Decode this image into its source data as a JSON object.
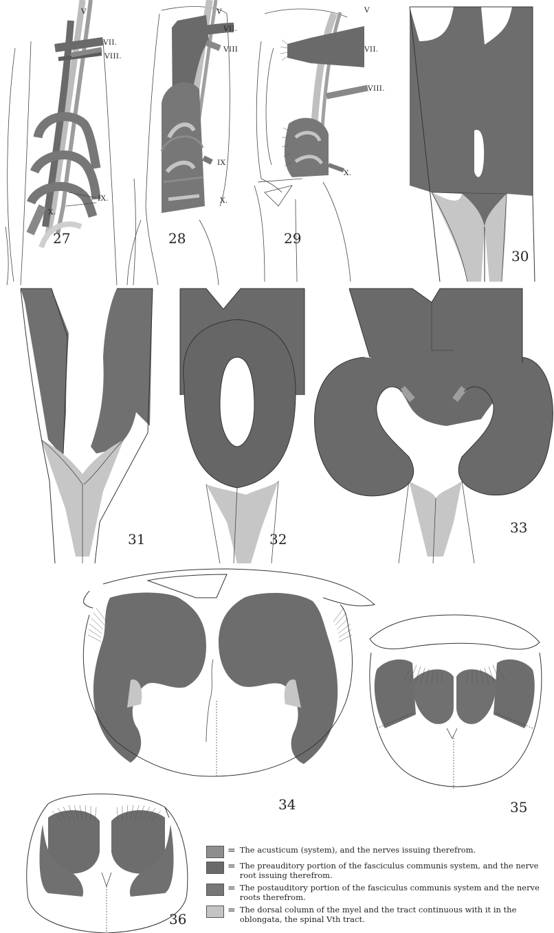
{
  "figures": {
    "f27": "27",
    "f28": "28",
    "f29": "29",
    "f30": "30",
    "f31": "31",
    "f32": "32",
    "f33": "33",
    "f34": "34",
    "f35": "35",
    "f36": "36"
  },
  "nerve_labels": {
    "fig27": {
      "v": "V",
      "vii": "VII.",
      "viii": "VIII.",
      "ix": "IX.",
      "x": "X."
    },
    "fig28": {
      "v": "V",
      "vii": "VII.",
      "viii": "VIII",
      "ix": "IX",
      "x": "X."
    },
    "fig29": {
      "v": "V",
      "vii": "VII.",
      "viii": "VIII.",
      "x": "X."
    }
  },
  "legend": [
    {
      "text": "The acusticum (system), and the nerves issuing therefrom.",
      "color": "#8e8e8e"
    },
    {
      "text": "The preauditory portion of the fasciculus communis system, and the nerve root issuing therefrom.",
      "color": "#6a6a6a"
    },
    {
      "text": "The postauditory portion of the fasciculus communis system and the nerve roots therefrom.",
      "color": "#777777"
    },
    {
      "text": "The dorsal column of the myel and the tract continuous with it in the oblongata, the spinal Vth tract.",
      "color": "#c4c4c4"
    }
  ],
  "legend_equals": "=",
  "colors": {
    "acusticum": "#8e8e8e",
    "preauditory": "#6a6a6a",
    "postauditory": "#777777",
    "spinal_v": "#c4c4c4",
    "outline": "#333333"
  }
}
